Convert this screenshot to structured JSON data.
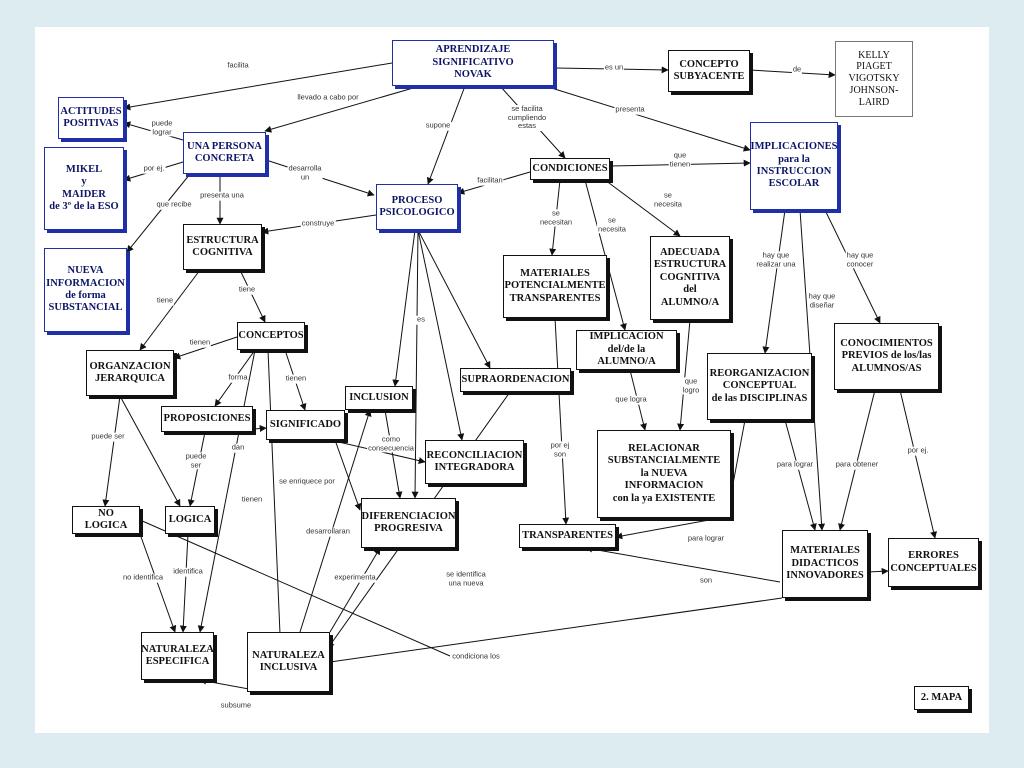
{
  "nodes": {
    "aprendizaje": "APRENDIZAJE SIGNIFICATIVO\nNOVAK",
    "concepto_subyacente": "CONCEPTO\nSUBYACENTE",
    "autores": "KELLY\nPIAGET\nVIGOTSKY\nJOHNSON-LAIRD",
    "actitudes": "ACTITUDES\nPOSITIVAS",
    "persona": "UNA PERSONA\nCONCRETA",
    "mikel": "MIKEL\ny\nMAIDER\nde 3º de la ESO",
    "nueva_info": "NUEVA\nINFORMACION\nde forma\nSUBSTANCIAL",
    "condiciones": "CONDICIONES",
    "implicaciones": "IMPLICACIONES\npara la\nINSTRUCCION\nESCOLAR",
    "proceso": "PROCESO\nPSICOLOGICO",
    "estructura": "ESTRUCTURA\nCOGNITIVA",
    "materiales_pot": "MATERIALES\nPOTENCIALMENTE\nTRANSPARENTES",
    "adecuada": "ADECUADA\nESTRUCTURA\nCOGNITIVA\ndel ALUMNO/A",
    "implicacion": "IMPLICACION\ndel/de la ALUMNO/A",
    "conceptos": "CONCEPTOS",
    "organizacion": "ORGANZACION\nJERARQUICA",
    "reorganizacion": "REORGANIZACION\nCONCEPTUAL\nde las DISCIPLINAS",
    "conocimientos": "CONOCIMIENTOS\nPREVIOS  de los/las\nALUMNOS/AS",
    "supraordenacion": "SUPRAORDENACION",
    "inclusion": "INCLUSION",
    "proposiciones": "PROPOSICIONES",
    "significado": "SIGNIFICADO",
    "reconciliacion": "RECONCILIACION\nINTEGRADORA",
    "relacionar": "RELACIONAR\nSUBSTANCIALMENTE\nla NUEVA INFORMACION\ncon la ya EXISTENTE",
    "no_logica": "NO LOGICA",
    "logica": "LOGICA",
    "diferenciacion": "DIFERENCIACION\nPROGRESIVA",
    "transparentes": "TRANSPARENTES",
    "materiales_did": "MATERIALES\nDIDACTICOS\nINNOVADORES",
    "errores": "ERRORES\nCONCEPTUALES",
    "nat_especifica": "NATURALEZA\nESPECIFICA",
    "nat_inclusiva": "NATURALEZA\nINCLUSIVA",
    "mapa": "2. MAPA"
  },
  "edge_labels": {
    "facilita": "facilita",
    "llevado": "llevado a cabo por",
    "supone": "supone",
    "se_facilita": "se facilita\ncumpliendo\nestas",
    "es_un": "es un",
    "de": "de",
    "presenta": "presenta",
    "puede_lograr": "puede\nlograr",
    "por_ej_1": "por ej.",
    "presenta_una": "presenta una",
    "desarrolla_un": "desarrolla\nun",
    "que_recibe": "que recibe",
    "construye": "construye",
    "facilitan": "facilitan",
    "que_tienen": "que\ntienen",
    "se_necesitan": "se\nnecesitan",
    "se_necesita_1": "se\nnecesita",
    "se_necesita_2": "se\nnecesita",
    "hay_que_realizar": "hay que\nrealizar una",
    "hay_que_disenar": "hay que\ndiseñar",
    "hay_que_conocer": "hay que\nconocer",
    "tiene_1": "tiene",
    "tiene_2": "tiene",
    "tienen_1": "tienen",
    "forma": "forma",
    "tienen_2": "tienen",
    "es": "es",
    "puede_ser_1": "puede ser",
    "puede_ser_2": "puede\nser",
    "dan": "dan",
    "como_consecuencia": "como\nconsecuencia",
    "se_enriquece": "se enriquece por",
    "por_ej_son": "por ej\nson",
    "que_logra": "que logra",
    "que_logro": "que\nlogro",
    "para_lograr_1": "para lograr",
    "para_obtener": "para obtener",
    "por_ej_2": "por ej.",
    "tienen_3": "tienen",
    "desarrollaran": "desarrollaran",
    "se_identifica": "se identifica\nuna nueva",
    "para_lograr_2": "para lograr",
    "no_identifica": "no identifica",
    "identifica": "identifica",
    "experimenta": "experimenta",
    "son": "son",
    "condiciona": "condiciona los",
    "subsume": "subsume"
  },
  "colors": {
    "background": "#dcecf1",
    "sheet": "#ffffff",
    "ink": "#111111",
    "accent": "#1e2fa8"
  }
}
